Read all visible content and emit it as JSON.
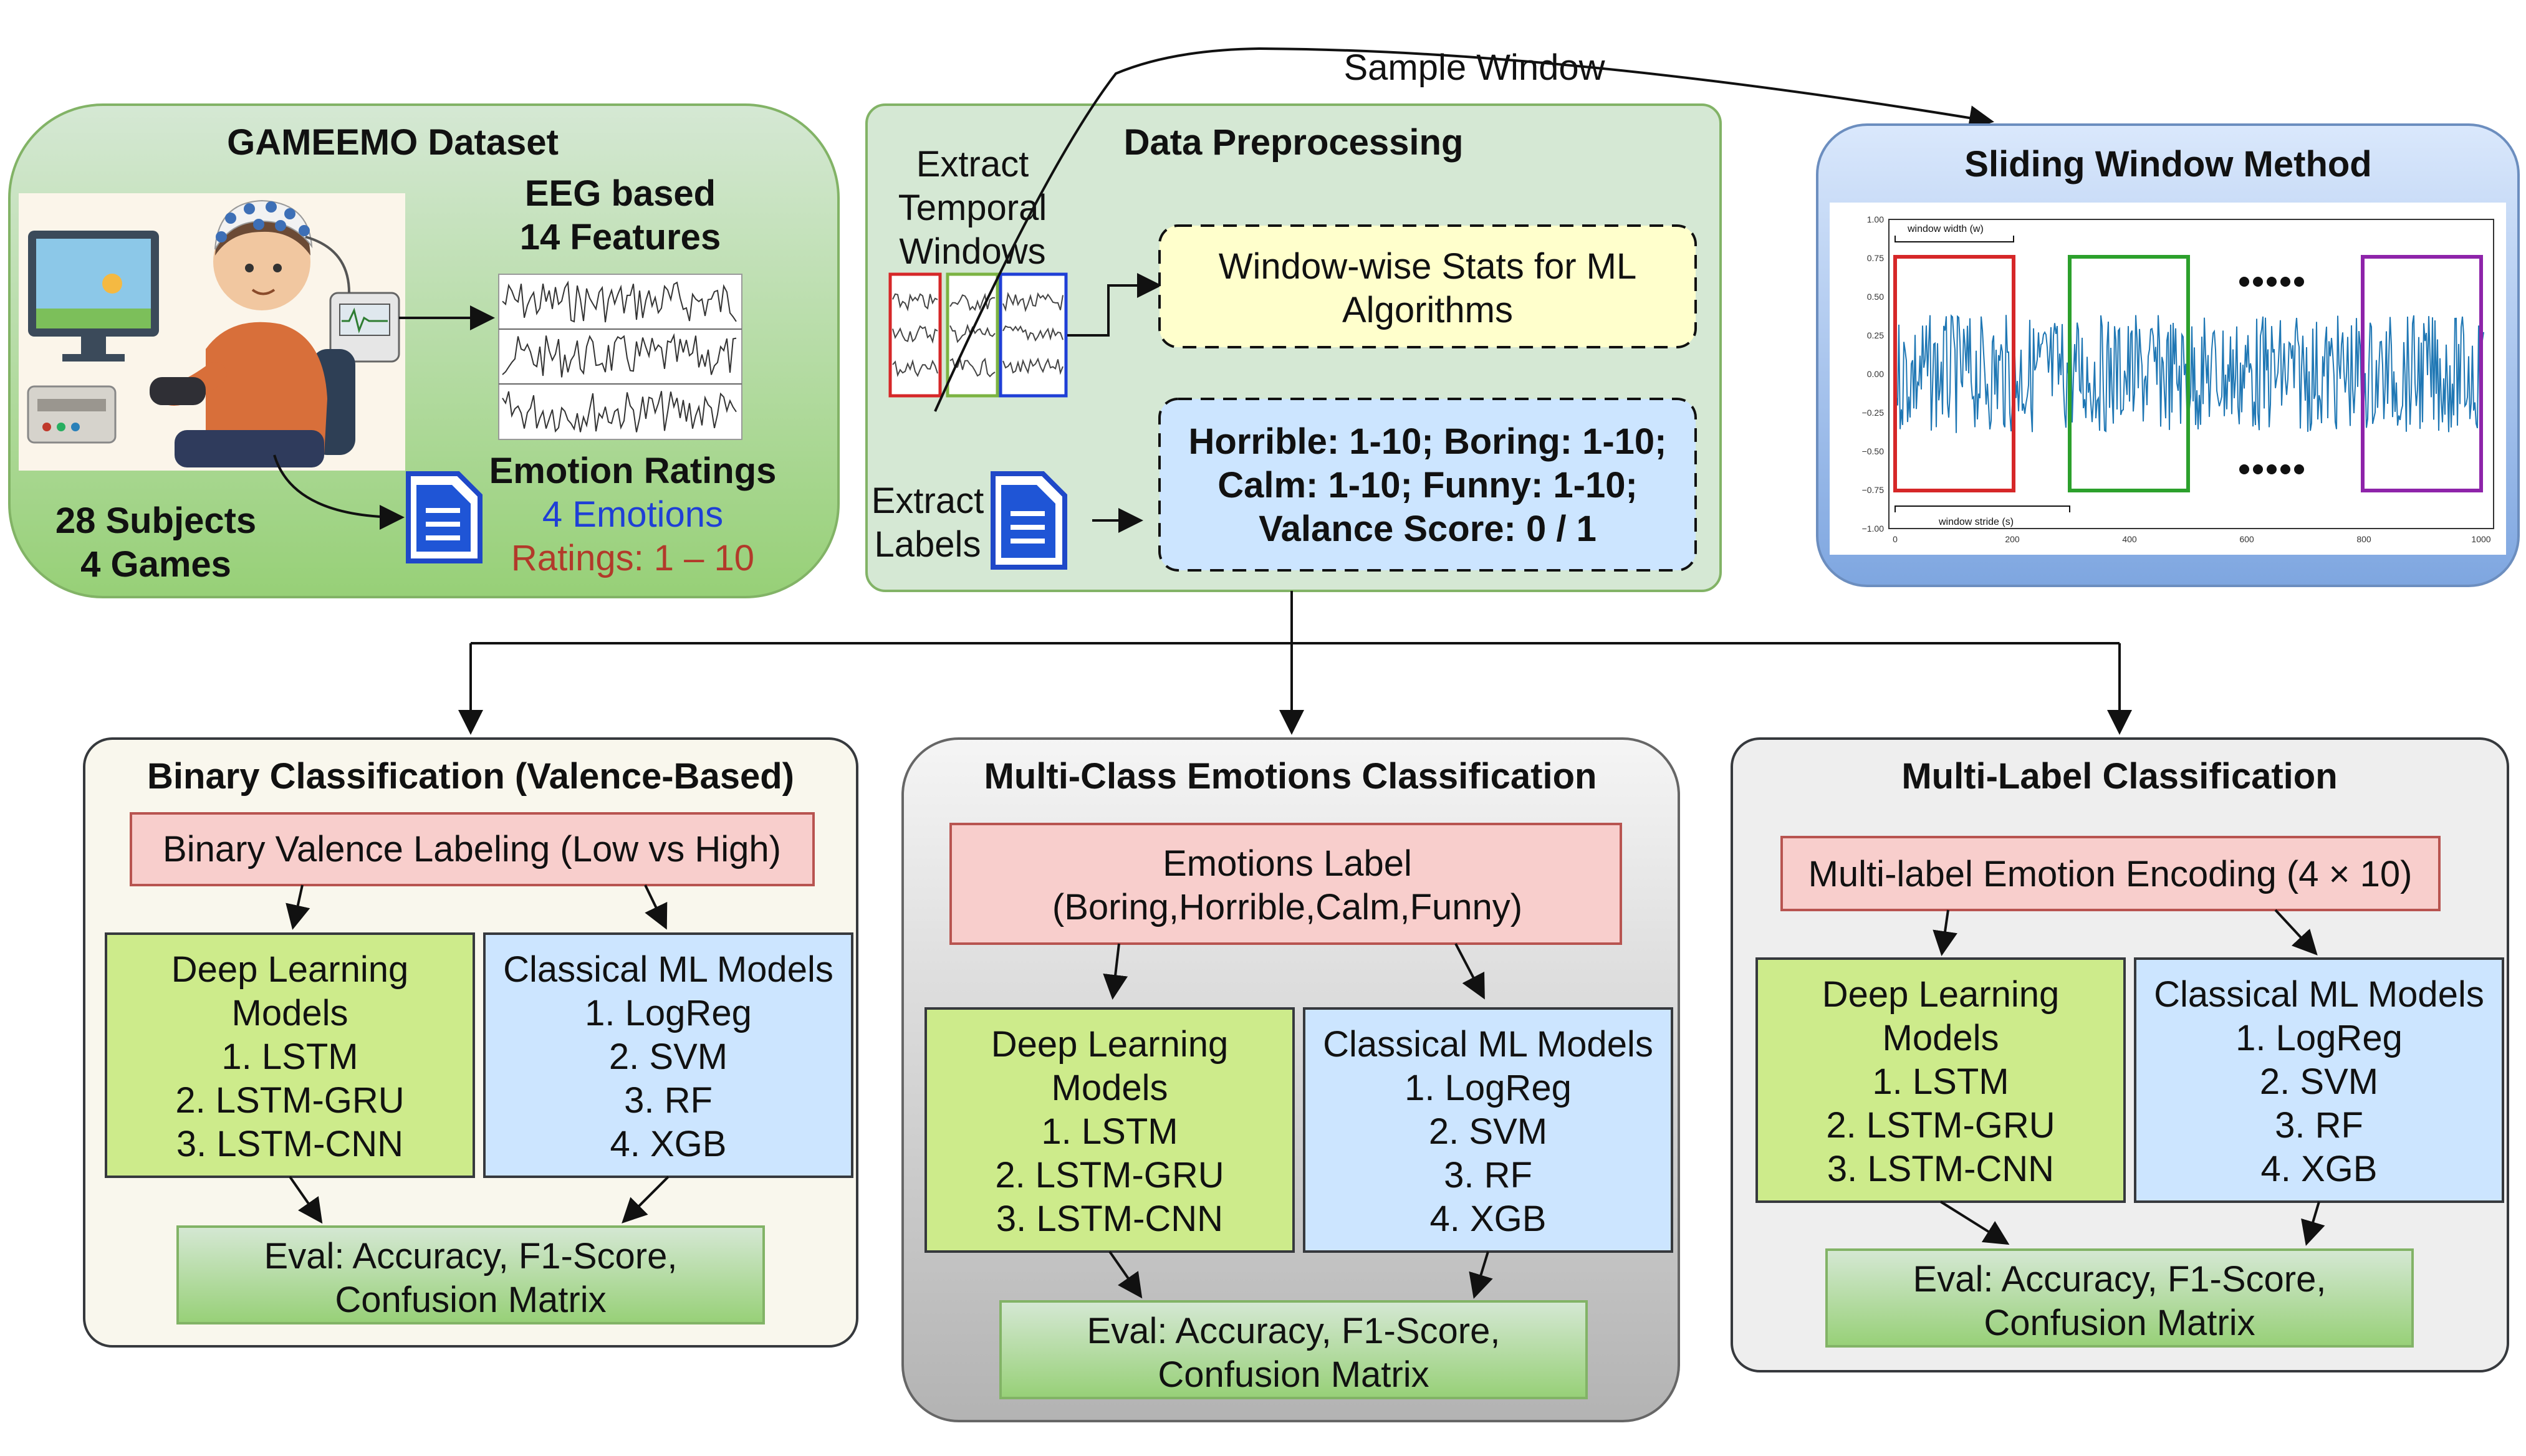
{
  "annotations": {
    "sample_window": "Sample Window"
  },
  "dataset": {
    "title": "GAMEEMO Dataset",
    "eeg_line1": "EEG based",
    "eeg_line2": "14 Features",
    "emotion_ratings": "Emotion Ratings",
    "emotions": "4 Emotions",
    "ratings": "Ratings: 1 – 10",
    "subjects": "28 Subjects",
    "games": "4 Games"
  },
  "preprocessing": {
    "title": "Data Preprocessing",
    "extract_windows": [
      "Extract",
      "Temporal",
      "Windows"
    ],
    "window_stats": [
      "Window-wise Stats for ML",
      "Algorithms"
    ],
    "extract_labels": [
      "Extract",
      "Labels"
    ],
    "label_lines": [
      "Horrible: 1-10; Boring: 1-10;",
      "Calm: 1-10; Funny: 1-10;",
      "Valance Score: 0 / 1"
    ]
  },
  "sliding_window": {
    "title": "Sliding Window Method",
    "window_width_label": "window width (w)",
    "window_stride_label": "window stride (s)",
    "y_ticks": [
      "1.00",
      "0.75",
      "0.50",
      "0.25",
      "0.00",
      "−0.25",
      "−0.50",
      "−0.75",
      "−1.00"
    ],
    "x_ticks": [
      "0",
      "200",
      "400",
      "600",
      "800",
      "1000"
    ]
  },
  "binary": {
    "title": "Binary Classification (Valence-Based)",
    "label_box": [
      "Binary Valence Labeling (Low vs High)"
    ],
    "dl": [
      "Deep Learning",
      "Models",
      "1. LSTM",
      "2. LSTM-GRU",
      "3. LSTM-CNN"
    ],
    "ml": [
      "Classical ML Models",
      "1. LogReg",
      "2. SVM",
      "3. RF",
      "4. XGB"
    ],
    "eval": [
      "Eval: Accuracy, F1-Score,",
      "Confusion Matrix"
    ]
  },
  "multiclass": {
    "title": "Multi-Class Emotions Classification",
    "label_box": [
      "Emotions Label",
      "(Boring,Horrible,Calm,Funny)"
    ],
    "dl": [
      "Deep Learning",
      "Models",
      "1. LSTM",
      "2. LSTM-GRU",
      "3. LSTM-CNN"
    ],
    "ml": [
      "Classical ML Models",
      "1. LogReg",
      "2. SVM",
      "3. RF",
      "4. XGB"
    ],
    "eval": [
      "Eval: Accuracy, F1-Score,",
      "Confusion Matrix"
    ]
  },
  "multilabel": {
    "title": "Multi-Label Classification",
    "label_box": [
      "Multi-label Emotion Encoding (4 × 10)"
    ],
    "dl": [
      "Deep Learning",
      "Models",
      "1. LSTM",
      "2. LSTM-GRU",
      "3. LSTM-CNN"
    ],
    "ml": [
      "Classical ML Models",
      "1. LogReg",
      "2. SVM",
      "3. RF",
      "4. XGB"
    ],
    "eval": [
      "Eval: Accuracy, F1-Score,",
      "Confusion Matrix"
    ]
  },
  "colors": {
    "emotions_text": "#1f3fd6",
    "ratings_text": "#b23a2a",
    "label_pink": "#f8cecc",
    "dl_green": "#cdeb8b",
    "ml_blue": "#cce5ff",
    "eval_green": "#a8d88c",
    "stats_yellow": "#ffffcc",
    "labels_blue": "#cce5ff",
    "window_red": "#d62728",
    "window_green": "#2ca02c",
    "window_purple": "#8e24aa",
    "signal_blue": "#1f77b4"
  }
}
